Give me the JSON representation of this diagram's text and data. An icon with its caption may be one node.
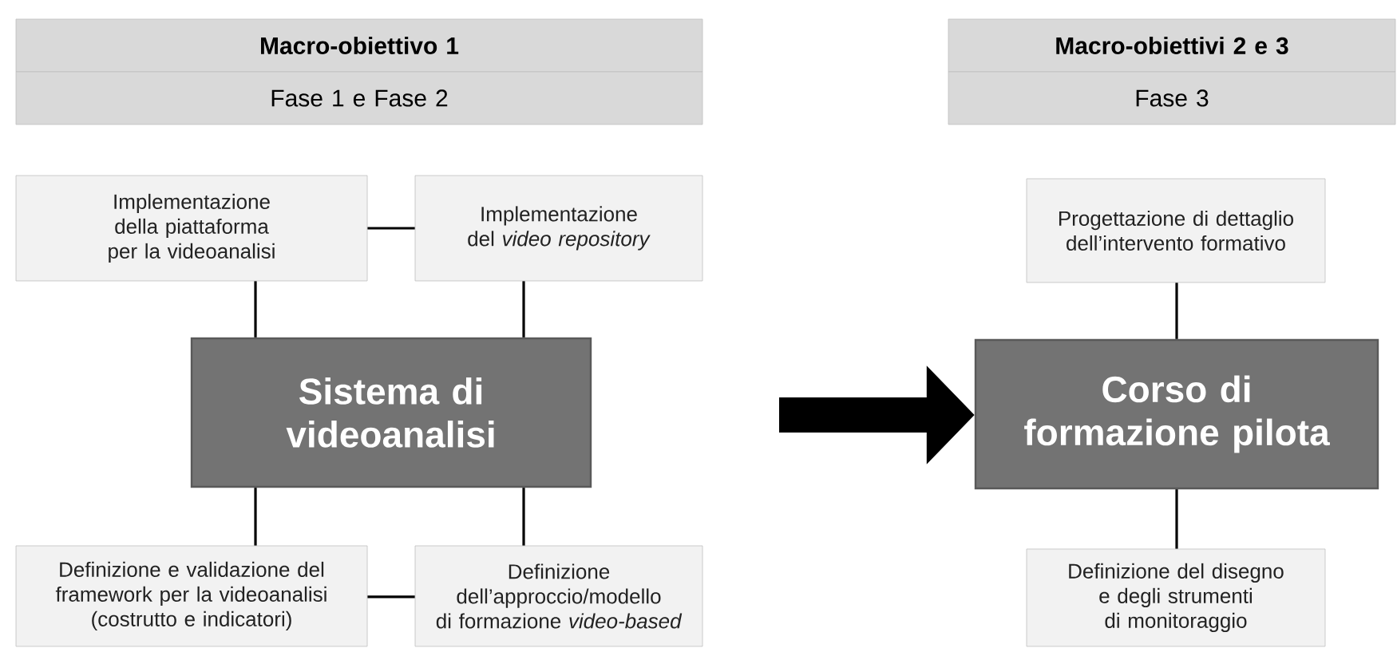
{
  "diagram": {
    "nodes": [
      {
        "text": [
          "Macro-obiettivo 1"
        ]
      },
      {
        "text": [
          "Fase 1 e Fase 2"
        ]
      },
      {
        "text": [
          "Macro-obiettivi 2 e 3"
        ]
      },
      {
        "text": [
          "Fase 3"
        ]
      },
      {
        "text": [
          "Implementazione della piattaforma per la videoanalisi"
        ]
      },
      {
        "text": [
          "Implementazione del *video repository*"
        ]
      },
      {
        "text": [
          "Sistema di videoanalisi"
        ]
      },
      {
        "text": [
          "Definizione e validazione del framework per la videoanalisi (costrutto e indicatori)"
        ]
      },
      {
        "text": [
          "Definizione dell’approccio/modello di formazione *video-based*"
        ]
      },
      {
        "text": [
          "Progettazione di dettaglio dell’intervento formativo"
        ]
      },
      {
        "text": [
          "Corso di formazione pilota"
        ]
      },
      {
        "text": [
          "Definizione del disegno e degli strumenti di monitoraggio"
        ]
      }
    ],
    "edges": [
      {
        "from": 4,
        "to": 5,
        "arrow": "none"
      },
      {
        "from": 4,
        "to": 6,
        "arrow": "none"
      },
      {
        "from": 5,
        "to": 6,
        "arrow": "none"
      },
      {
        "from": 6,
        "to": 7,
        "arrow": "none"
      },
      {
        "from": 6,
        "to": 8,
        "arrow": "none"
      },
      {
        "from": 7,
        "to": 8,
        "arrow": "none"
      },
      {
        "from": null,
        "to": 10,
        "arrow": "to",
        "style": "thick"
      },
      {
        "from": 9,
        "to": 10,
        "arrow": "none"
      },
      {
        "from": 10,
        "to": 11,
        "arrow": "none"
      }
    ]
  }
}
